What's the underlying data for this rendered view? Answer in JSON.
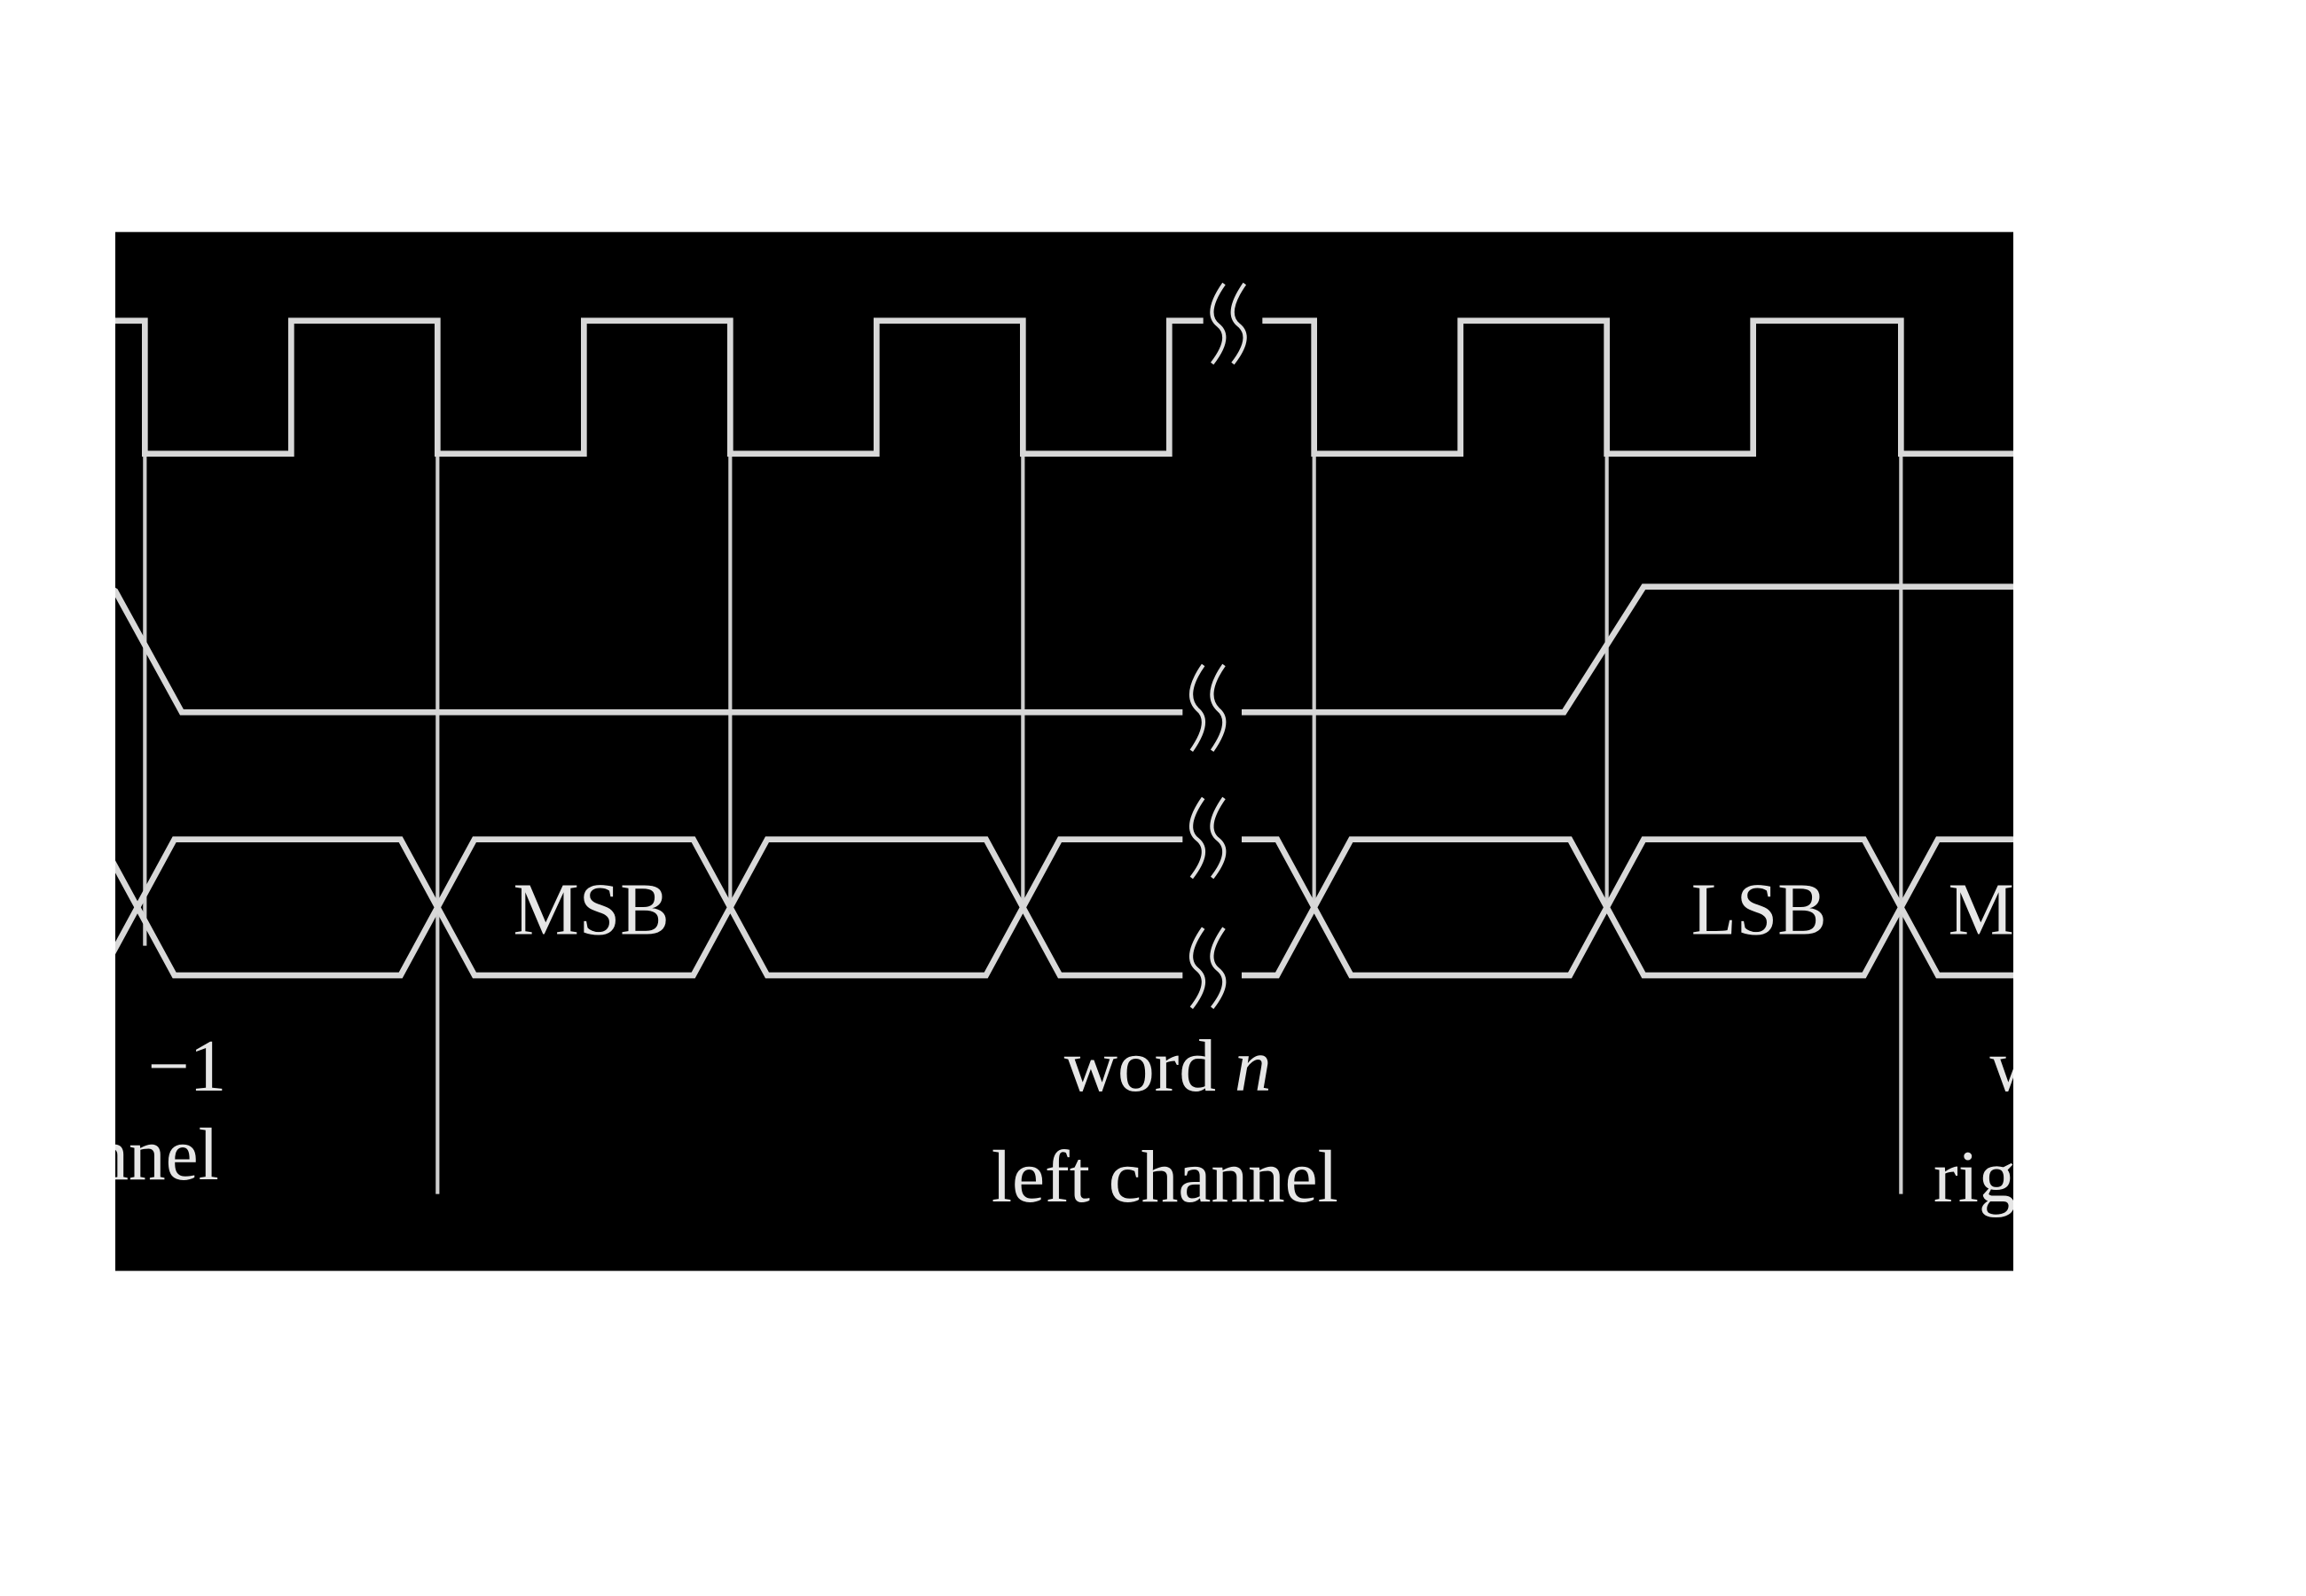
{
  "diagram": {
    "type": "timing-diagram",
    "labels": {
      "msb": "MSB",
      "lsb": "LSB",
      "next_msb_partial": "M",
      "prev_word_line1": "−1",
      "prev_word_line2": "nnel",
      "word_line1_prefix": "word ",
      "word_line1_var": "n",
      "word_line2": "left channel",
      "next_word_line1": "w",
      "next_word_line2": "rig"
    },
    "colors": {
      "background": "#000000",
      "signal": "#d8d8d8",
      "page": "#ffffff"
    }
  }
}
